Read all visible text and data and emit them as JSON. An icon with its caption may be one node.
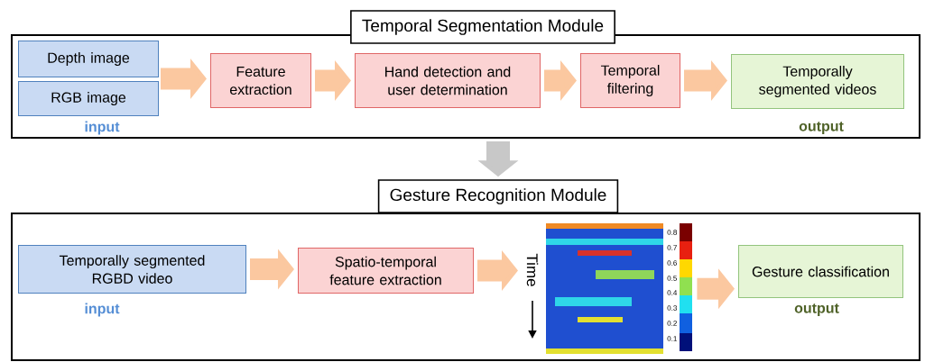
{
  "diagram": {
    "nodes": [
      {
        "text": [
          "Temporal Segmentation Module"
        ]
      },
      {
        "text": [
          "Depth image"
        ],
        "in": 0
      },
      {
        "text": [
          "RGB image"
        ],
        "in": 0
      },
      {
        "text": [
          "Feature extraction"
        ],
        "in": 0
      },
      {
        "text": [
          "Hand detection and user determination"
        ],
        "in": 0
      },
      {
        "text": [
          "Temporal filtering"
        ],
        "in": 0
      },
      {
        "text": [
          "Temporally segmented videos"
        ],
        "in": 0
      },
      {
        "text": [
          "Gesture Recognition Module"
        ]
      },
      {
        "text": [
          "Temporally segmented RGBD video"
        ],
        "in": 7
      },
      {
        "text": [
          "Spatio-temporal feature extraction"
        ],
        "in": 7
      },
      {
        "text": [],
        "shape": "picture",
        "in": 7,
        "beside": [
          "Time",
          "0.8",
          "0.7",
          "0.6",
          "0.5",
          "0.4",
          "0.3",
          "0.2",
          "0.1"
        ]
      },
      {
        "text": [
          "Gesture classification"
        ],
        "in": 7
      }
    ],
    "edges": [
      {
        "from": 1,
        "to": 3,
        "arrow": "to"
      },
      {
        "from": 2,
        "to": 3,
        "arrow": "to"
      },
      {
        "from": 3,
        "to": 4,
        "arrow": "to"
      },
      {
        "from": 4,
        "to": 5,
        "arrow": "to"
      },
      {
        "from": 5,
        "to": 6,
        "arrow": "to"
      },
      {
        "from": 0,
        "to": 7,
        "arrow": "to",
        "color": "#c8c8c8"
      },
      {
        "from": 8,
        "to": 9,
        "arrow": "to"
      },
      {
        "from": 9,
        "to": 10,
        "arrow": "to"
      },
      {
        "from": 10,
        "to": 11,
        "arrow": "to"
      }
    ],
    "labels": [
      "input",
      "output",
      "input",
      "output"
    ]
  }
}
